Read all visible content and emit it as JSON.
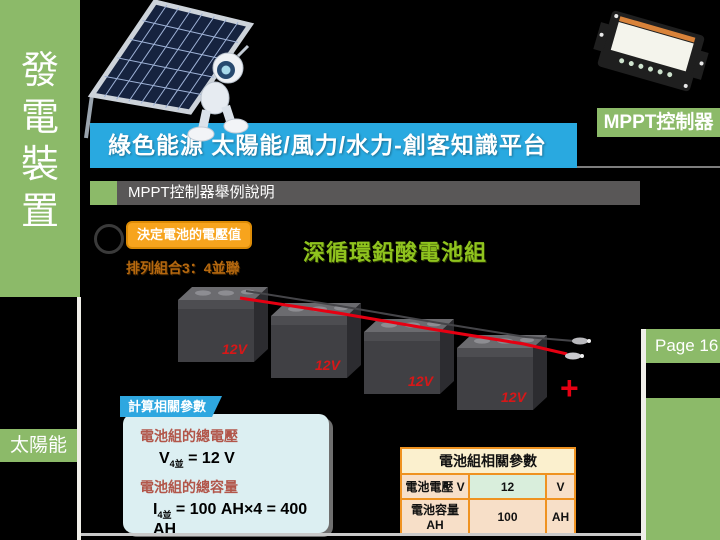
{
  "sidebar": {
    "title_chars": [
      "發",
      "電",
      "裝",
      "置"
    ],
    "bottom_badge": "太陽能"
  },
  "header": {
    "banner_title": "綠色能源 太陽能/風力/水力-創客知識平台",
    "section_title": "MPPT控制器舉例說明"
  },
  "controller": {
    "label": "MPPT控制器"
  },
  "page_badge": "Page 16",
  "annotations": {
    "step_badge": "決定電池的電壓值",
    "arrangement_note": "排列組合3：4並聯",
    "battery_group_title": "深循環鉛酸電池組",
    "battery_voltage_labels": [
      "12V",
      "12V",
      "12V",
      "12V"
    ],
    "plus_terminal": "+"
  },
  "calc_panel": {
    "title": "計算相關參數",
    "voltage_label": "電池組的總電壓",
    "voltage_formula": {
      "symbol": "V",
      "subscript": "4並",
      "rest": " = 12 V"
    },
    "capacity_label": "電池組的總容量",
    "capacity_formula": {
      "symbol": "I",
      "subscript": "4並",
      "rest": " = 100 AH×4 = 400 AH"
    }
  },
  "param_table": {
    "title": "電池組相關參數",
    "rows": [
      {
        "label": "電池電壓 V",
        "value": "12",
        "unit": "V"
      },
      {
        "label": "電池容量 AH",
        "value": "100",
        "unit": "AH"
      }
    ]
  },
  "colors": {
    "accent_green": "#8CBA69",
    "accent_cyan": "#29A9E0",
    "section_gray": "#595757",
    "badge_orange": "#F7A41D",
    "wire_red": "#E60012",
    "table_border_orange": "#EF9220"
  }
}
